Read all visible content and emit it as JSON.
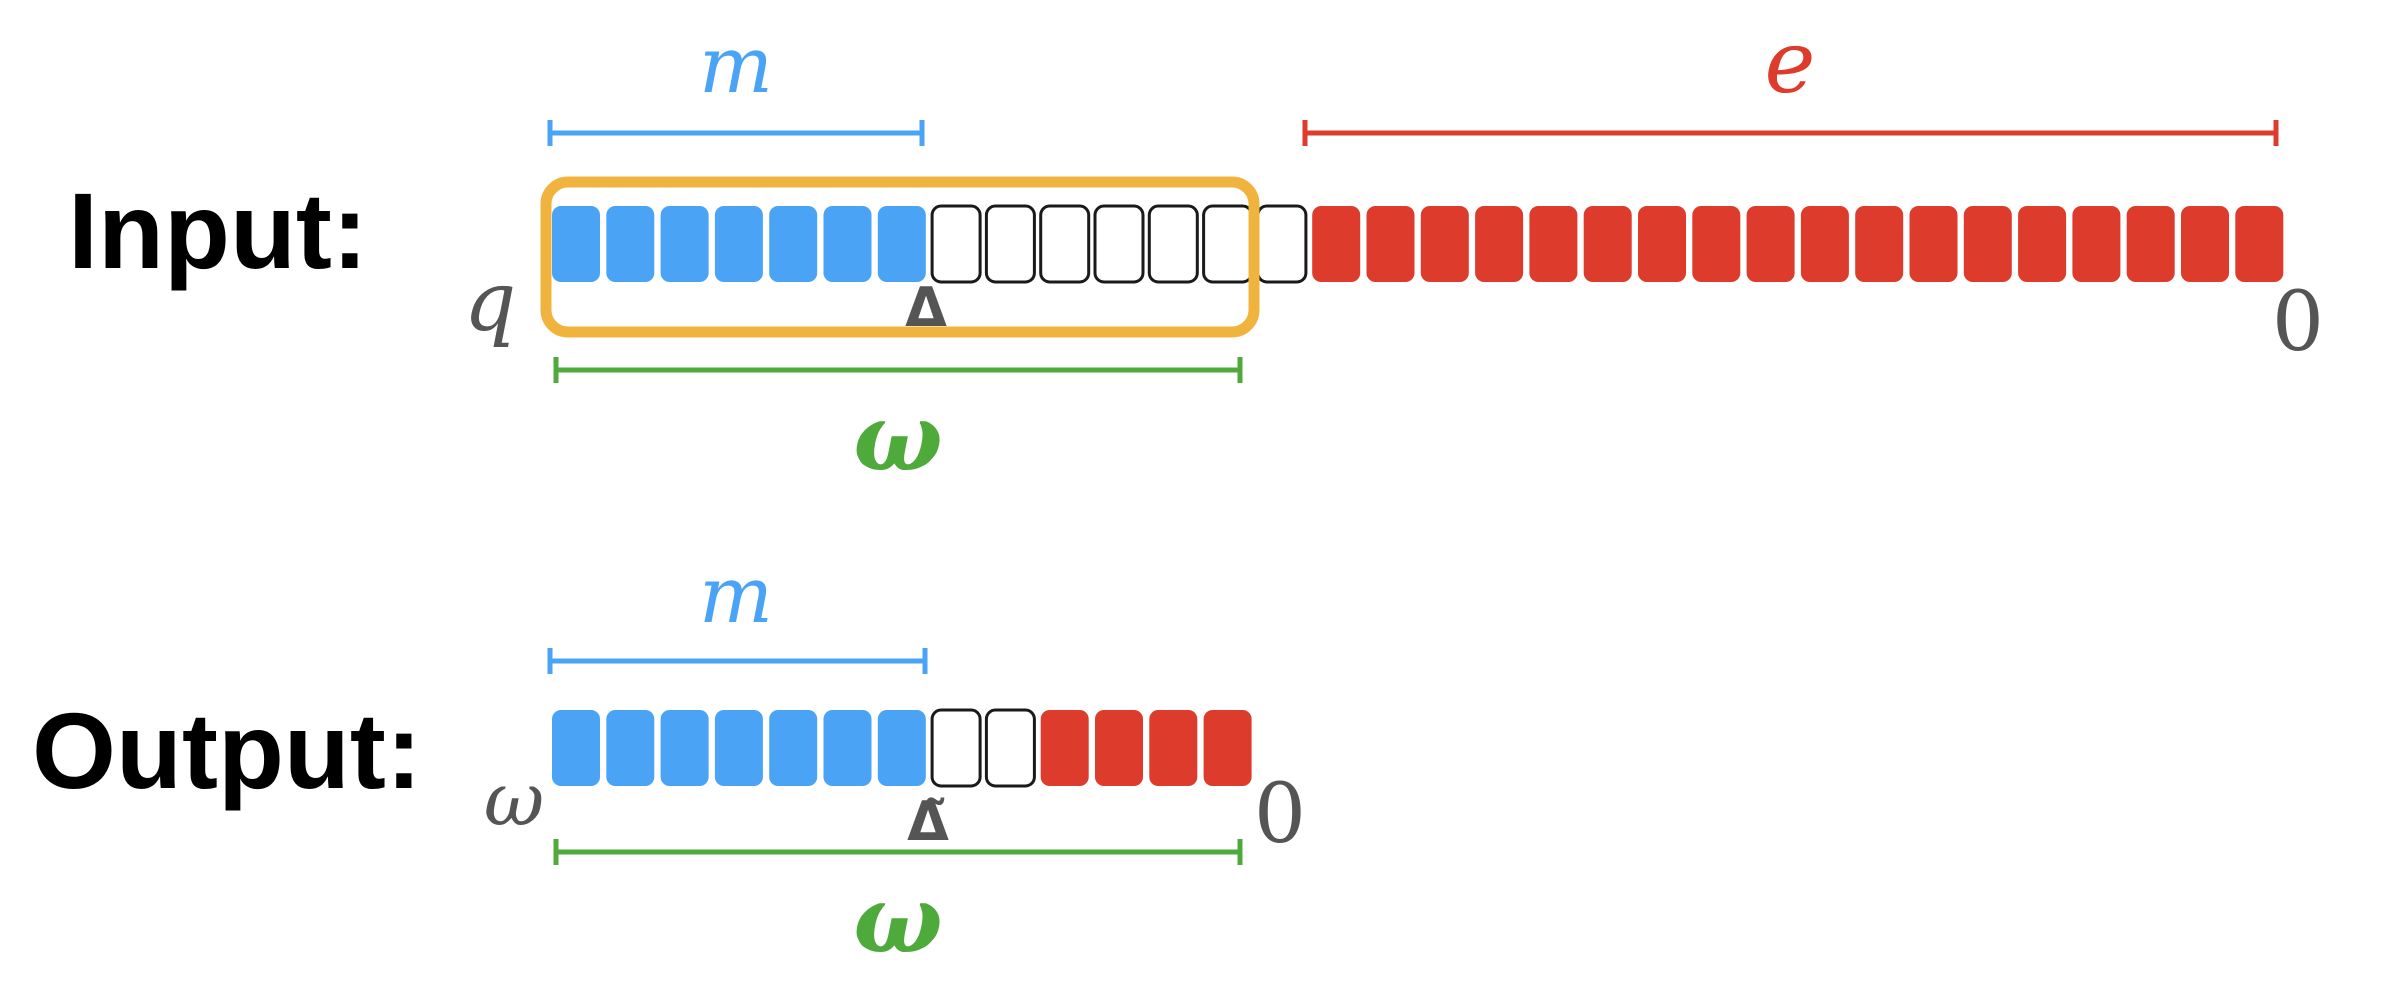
{
  "colors": {
    "mantissa": "#4aa3f5",
    "exponent": "#dd3b2b",
    "window": "#4eaa3a",
    "highlight": "#f0b43e",
    "empty_stroke": "#1a1a1a",
    "gray_text": "#555555",
    "label_text": "#000000"
  },
  "input": {
    "label": "Input:",
    "left_label": "q",
    "right_label": "0",
    "m_label": "m",
    "e_label": "e",
    "w_label": "ω",
    "delta_label": "Δ",
    "cells": [
      "blue",
      "blue",
      "blue",
      "blue",
      "blue",
      "blue",
      "blue",
      "empty",
      "empty",
      "empty",
      "empty",
      "empty",
      "empty",
      "empty",
      "red",
      "red",
      "red",
      "red",
      "red",
      "red",
      "red",
      "red",
      "red",
      "red",
      "red",
      "red",
      "red",
      "red",
      "red",
      "red",
      "red",
      "red"
    ]
  },
  "output": {
    "label": "Output:",
    "left_label": "ω",
    "right_label": "0",
    "m_label": "m",
    "w_label": "ω",
    "delta_label": "Δ̃",
    "cells": [
      "blue",
      "blue",
      "blue",
      "blue",
      "blue",
      "blue",
      "blue",
      "empty",
      "empty",
      "red",
      "red",
      "red",
      "red"
    ]
  }
}
